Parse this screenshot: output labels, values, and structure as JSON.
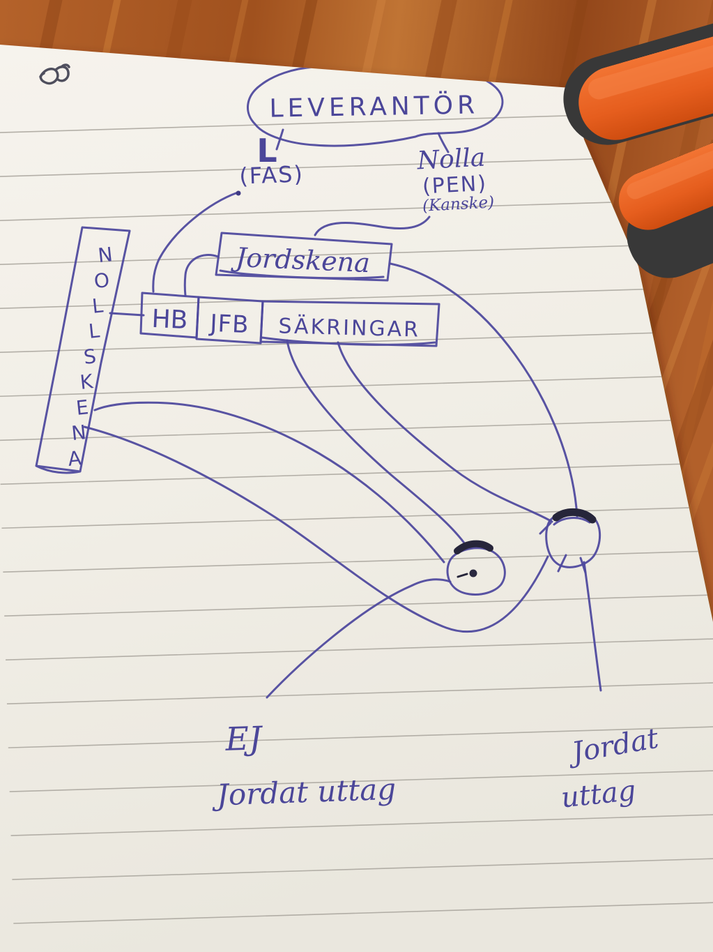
{
  "scene": {
    "type": "photo of hand-drawn electrical wiring sketch on lined notebook paper",
    "objects": [
      "notebook-paper",
      "wooden-table",
      "pliers-handles"
    ]
  },
  "colors": {
    "ink": "#4f4a9e",
    "ink_dark": "#26253a",
    "paper": "#f2efe8",
    "rule_line": "#a8a49c",
    "wood_base": "#a9561b",
    "plier_orange": "#e65e1e",
    "plier_dark": "#3a3a3a"
  },
  "diagram": {
    "supplier_cloud": {
      "label": "LEVERANTÖR"
    },
    "phase": {
      "label": "L",
      "sub": "(FAS)"
    },
    "neutral": {
      "label": "Nolla",
      "sub": "(PEN)",
      "sub2": "(Kanske)"
    },
    "earth_bus": {
      "label": "Jordskena"
    },
    "main_breaker": {
      "label": "HB"
    },
    "rcd": {
      "label": "JFB"
    },
    "fuses": {
      "label": "SÄKRINGAR"
    },
    "neutral_bus": {
      "word": "NOLLSKENA",
      "letters": [
        "N",
        "O",
        "L",
        "L",
        "S",
        "K",
        "E",
        "N",
        "A"
      ]
    },
    "outlet_left_label": {
      "line1": "EJ",
      "line2": "Jordat uttag"
    },
    "outlet_right_label": {
      "line1": "Jordat",
      "line2": "uttag"
    }
  }
}
